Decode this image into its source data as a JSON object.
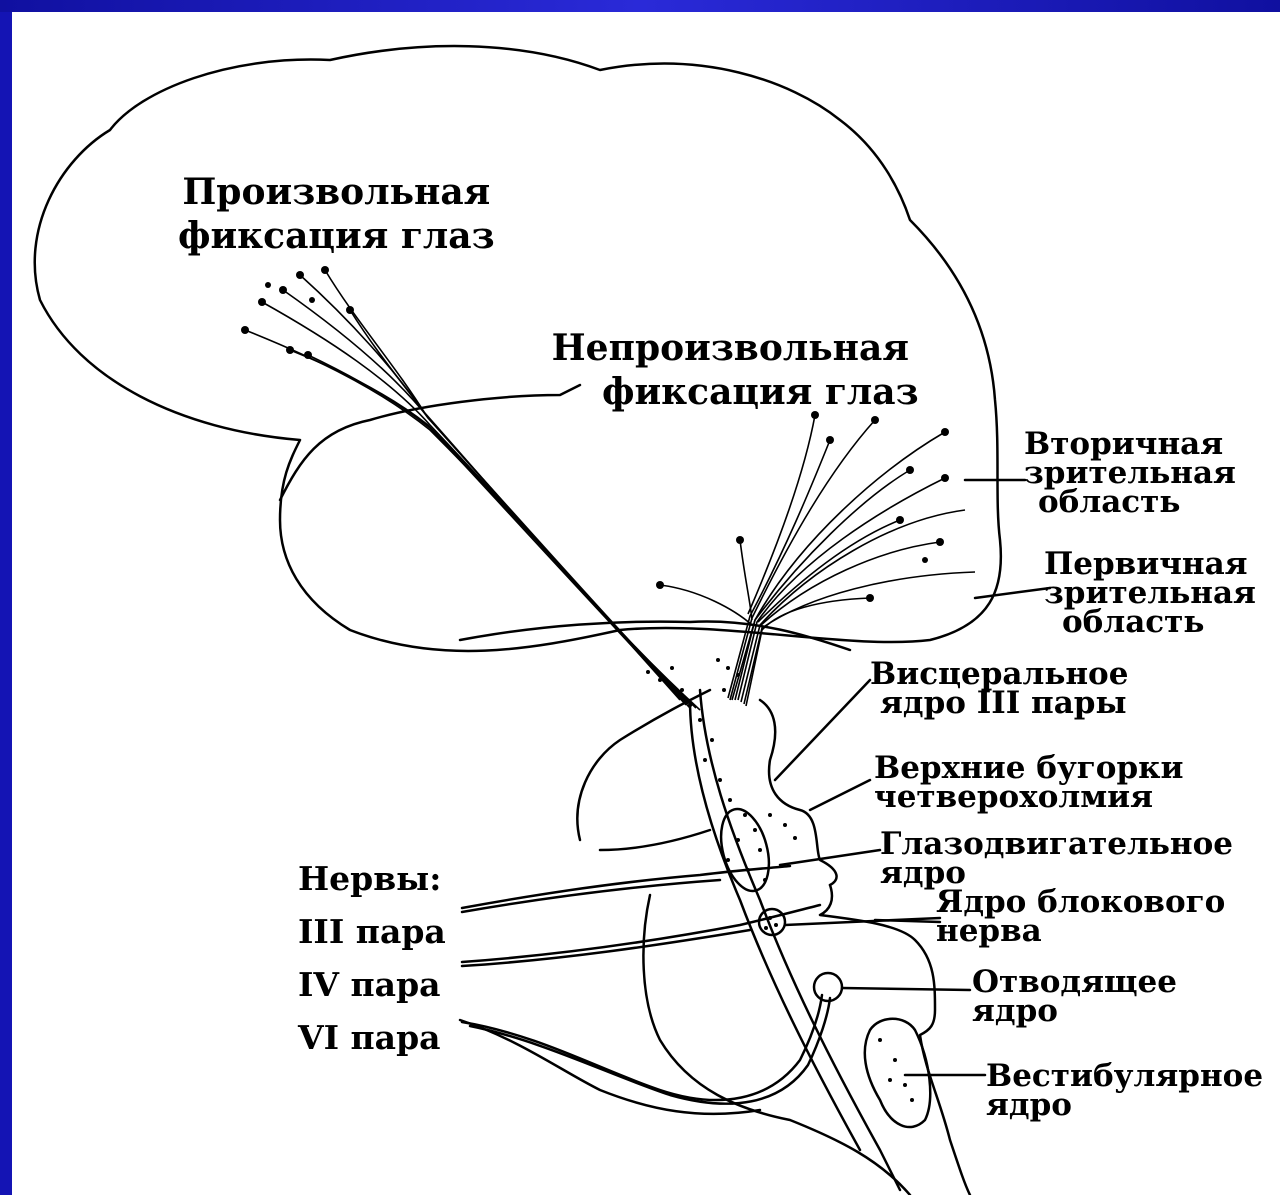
{
  "labels": {
    "voluntary": [
      "Произвольная",
      "фиксация глаз"
    ],
    "involuntary": [
      "Непроизвольная",
      "фиксация глаз"
    ],
    "secondary_visual": [
      "Вторичная",
      "зрительная",
      "область"
    ],
    "primary_visual": [
      "Первичная",
      "зрительная",
      "область"
    ],
    "visceral_nucleus": [
      "Висцеральное",
      "ядро III пары"
    ],
    "superior_colliculi": [
      "Верхние бугорки",
      "четверохолмия"
    ],
    "oculomotor_nucleus": [
      "Глазодвигательное",
      "ядро"
    ],
    "trochlear_nucleus": [
      "Ядро блокового",
      "нерва"
    ],
    "abducens_nucleus": [
      "Отводящее",
      "ядро"
    ],
    "vestibular_nucleus": [
      "Вестибулярное",
      "ядро"
    ],
    "nerves": [
      "Нервы:",
      "III пара",
      "IV пара",
      "VI пара"
    ]
  }
}
